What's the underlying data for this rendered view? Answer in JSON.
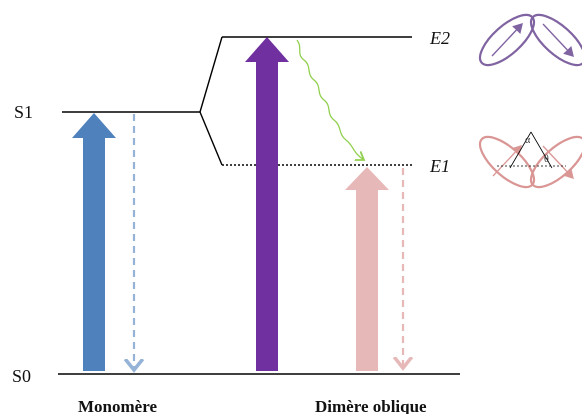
{
  "labels": {
    "s1": "S1",
    "s0": "S0",
    "e2": "E2",
    "e1": "E1",
    "monomer": "Monomère",
    "dimer": "Dimère oblique",
    "alpha": "α",
    "theta": "θ"
  },
  "colors": {
    "monomer_abs": "#4f81bd",
    "monomer_em": "#95b3d7",
    "dimer_abs": "#7030a0",
    "dimer_em": "#e6b9b8",
    "relaxation": "#92d050",
    "dipole_e2": "#8064a2",
    "dipole_e1": "#d99694"
  },
  "icons": {
    "relaxation": "wavy-arrow-icon",
    "dipole_pair_e2": "antiparallel-dipoles-icon",
    "dipole_pair_e1": "parallel-dipoles-icon"
  }
}
